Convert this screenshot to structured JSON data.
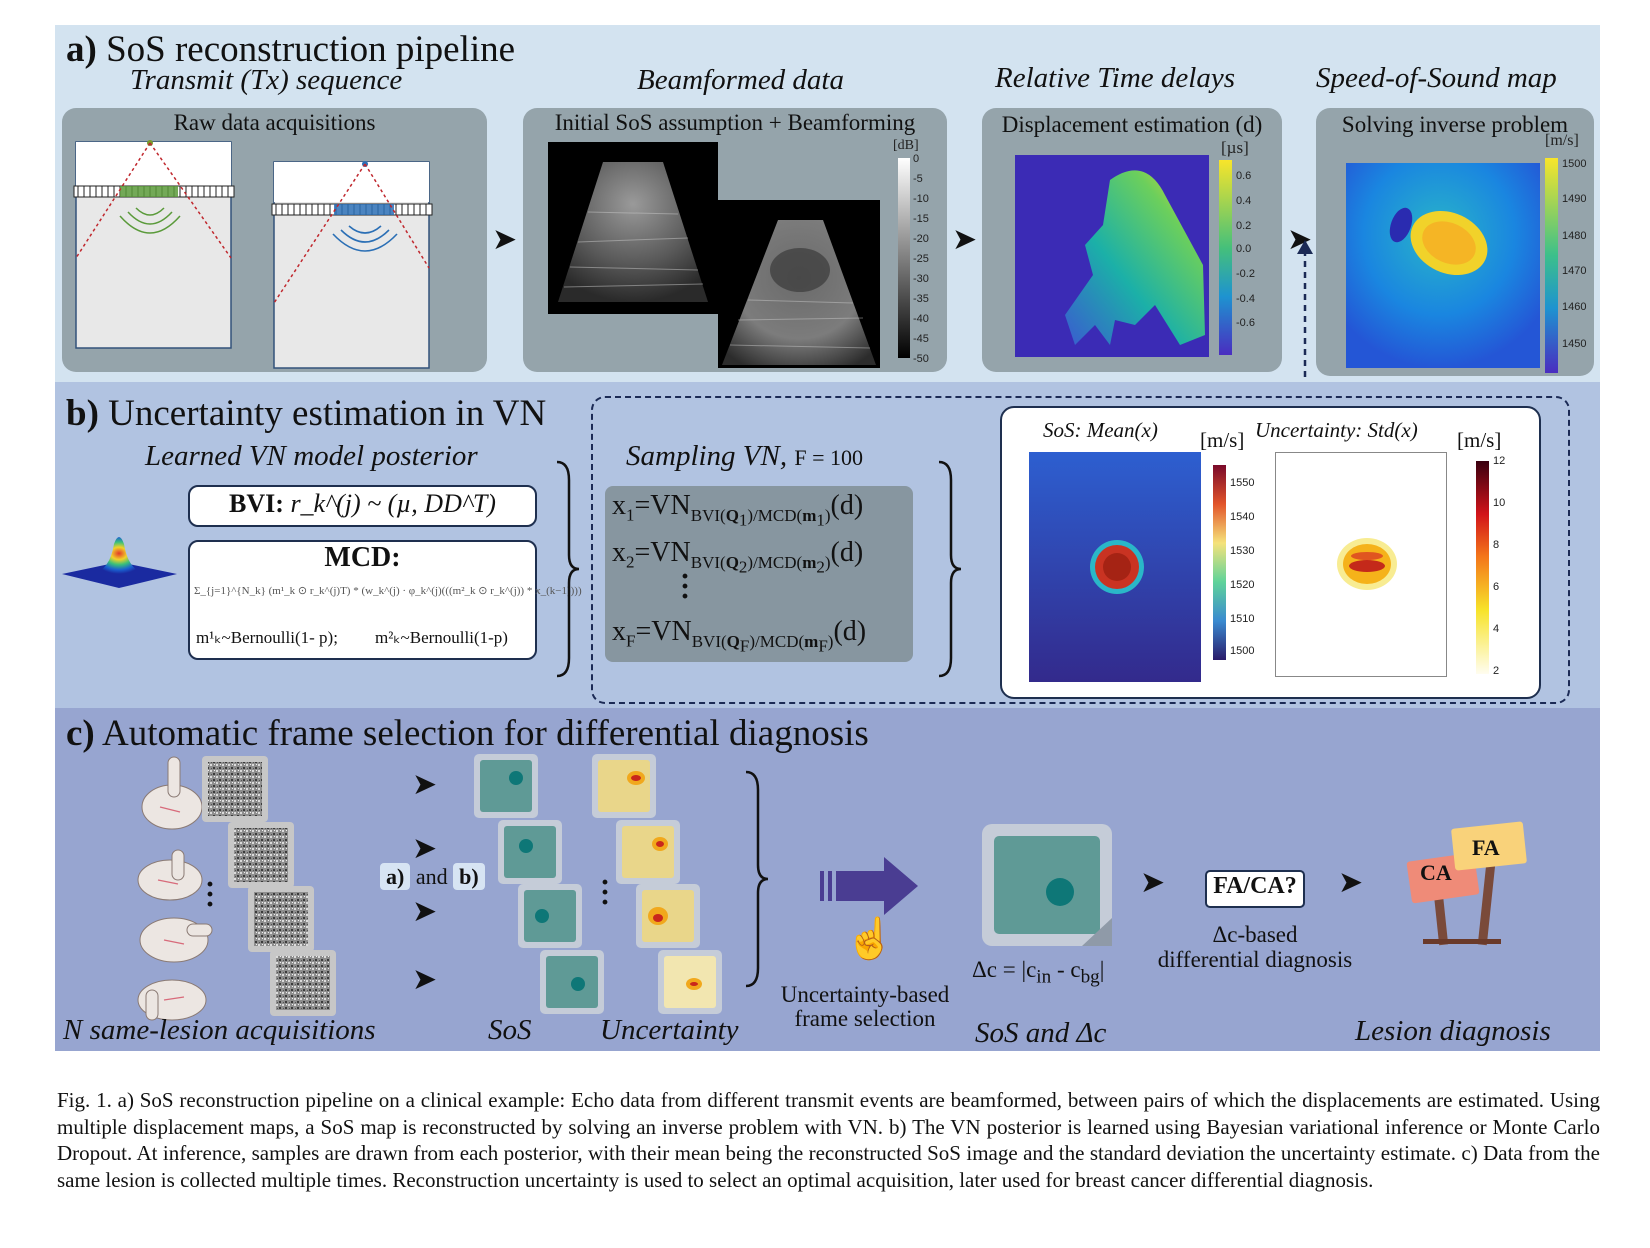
{
  "section_a": {
    "header_label": "a)",
    "header_text": "SoS reconstruction pipeline",
    "stage_titles": [
      "Transmit (Tx) sequence",
      "Beamformed data",
      "Relative Time delays",
      "Speed-of-Sound map"
    ],
    "panel_titles": [
      "Raw data acquisitions",
      "Initial SoS assumption + Beamforming",
      "Displacement estimation (d)",
      "Solving inverse problem"
    ],
    "db_unit": "[dB]",
    "db_ticks": [
      "0",
      "-5",
      "-10",
      "-15",
      "-20",
      "-25",
      "-30",
      "-35",
      "-40",
      "-45",
      "-50"
    ],
    "us_unit": "[µs]",
    "us_ticks": [
      "0.6",
      "0.4",
      "0.2",
      "0.0",
      "-0.2",
      "-0.4",
      "-0.6"
    ],
    "ms_unit": "[m/s]",
    "ms_ticks": [
      "1500",
      "1490",
      "1480",
      "1470",
      "1460",
      "1450"
    ]
  },
  "section_b": {
    "header_label": "b)",
    "header_text": "Uncertainty estimation in VN",
    "posterior_title": "Learned VN model posterior",
    "bvi_label": "BVI:",
    "bvi_formula": "r_k^(j) ~ (µ, DD^T)",
    "mcd_label": "MCD:",
    "mcd_formula": "Σ_{j=1}^{N_k} (m¹_k ⊙ r_k^(j)T) * (w_k^(j) · φ_k^(j)(((m²_k ⊙ r_k^(j)) * x_(k−1))))",
    "mcd_m1": "m¹ₖ~Bernoulli(1- p);",
    "mcd_m2": "m²ₖ~Bernoulli(1-p)",
    "sampling_title": "Sampling VN,",
    "sampling_f": "F = 100",
    "sos_mean_title": "SoS: Mean(x)",
    "unc_std_title": "Uncertainty: Std(x)",
    "unit": "[m/s]",
    "mean_ticks": [
      "1550",
      "1540",
      "1530",
      "1520",
      "1510",
      "1500"
    ],
    "std_ticks": [
      "12",
      "10",
      "8",
      "6",
      "4",
      "2"
    ]
  },
  "section_c": {
    "header_label": "c)",
    "header_text": "Automatic frame selection for differential diagnosis",
    "tag_a": "a)",
    "tag_and": "and",
    "tag_b": "b)",
    "label_acq": "N same-lesion acquisitions",
    "label_sos": "SoS",
    "label_unc": "Uncertainty",
    "selection_text_1": "Uncertainty-based",
    "selection_text_2": "frame selection",
    "delta_formula": "Δc = |c_in - c_bg|",
    "label_sos_dc": "SoS and Δc",
    "fa_ca_box": "FA/CA?",
    "dc_based_1": "Δc-based",
    "dc_based_2": "differential diagnosis",
    "sign_ca": "CA",
    "sign_fa": "FA",
    "label_diag": "Lesion diagnosis"
  },
  "caption": "Fig. 1.  a) SoS reconstruction pipeline on a clinical example: Echo data from different transmit events are beamformed, between pairs of which the displacements are estimated. Using multiple displacement maps, a SoS map is reconstructed by solving an inverse problem with VN. b) The VN posterior is learned using Bayesian variational inference or Monte Carlo Dropout. At inference, samples are drawn from each posterior, with their mean being the reconstructed SoS image and the standard deviation the uncertainty estimate. c) Data from the same lesion is collected multiple times. Reconstruction uncertainty is used to select an optimal acquisition, later used for breast cancer differential diagnosis."
}
